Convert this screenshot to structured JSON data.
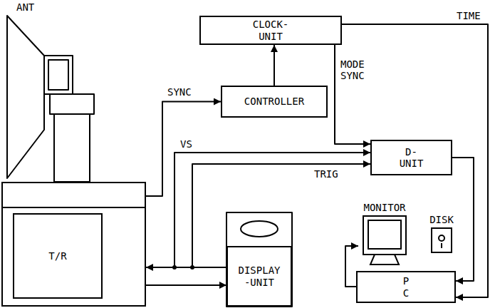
{
  "diagram": {
    "nodes": [
      {
        "text": [
          "CLOCK-UNIT"
        ]
      },
      {
        "text": [
          "CONTROLLER"
        ]
      },
      {
        "text": [
          "D-UNIT"
        ]
      },
      {
        "text": [
          "T/R"
        ]
      },
      {
        "text": [
          "MONITOR"
        ]
      },
      {
        "text": [
          "DISK"
        ]
      },
      {
        "text": [
          "DISPLAY -UNIT"
        ]
      },
      {
        "text": [
          "P C"
        ]
      }
    ],
    "edges": [
      {
        "from": 1,
        "to": 0,
        "arrow": "to"
      },
      {
        "from": 3,
        "to": 1,
        "label": "SYNC",
        "arrow": "to"
      },
      {
        "from": 0,
        "to": 2,
        "label": "MODE SYNC",
        "arrow": "to"
      },
      {
        "from": 6,
        "to": 3,
        "arrow": "to"
      },
      {
        "from": 3,
        "to": 6,
        "arrow": "to"
      },
      {
        "from": 6,
        "to": 2,
        "label": "VS",
        "arrow": "to"
      },
      {
        "from": 6,
        "to": 2,
        "label": "TRIG",
        "arrow": "to"
      },
      {
        "from": 0,
        "to": 7,
        "label": "TIME",
        "arrow": "to"
      },
      {
        "from": 2,
        "to": 7,
        "arrow": "to"
      },
      {
        "from": 7,
        "to": 4,
        "arrow": "to"
      }
    ],
    "labels": [
      "ANT"
    ]
  }
}
